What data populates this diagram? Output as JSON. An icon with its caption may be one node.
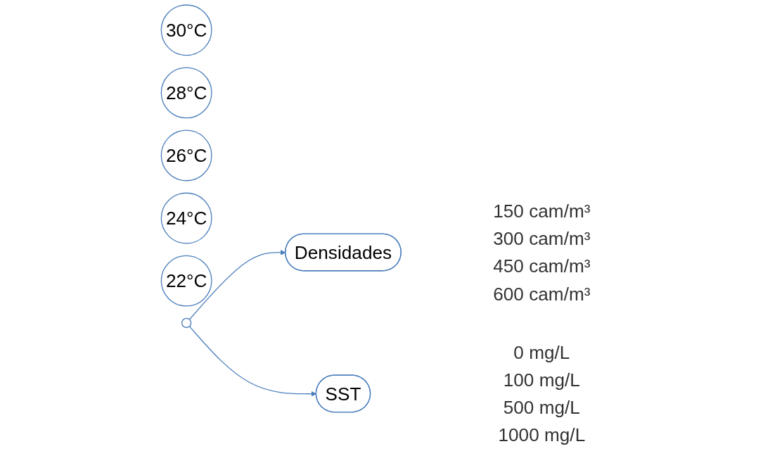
{
  "diagram": {
    "nodes": [
      {
        "text": [
          "30°C"
        ]
      },
      {
        "text": [
          "28°C"
        ]
      },
      {
        "text": [
          "26°C"
        ]
      },
      {
        "text": [
          "24°C"
        ]
      },
      {
        "text": [
          "22°C"
        ]
      },
      {
        "text": [],
        "shape": "circle"
      },
      {
        "text": [
          "Densidades"
        ],
        "beside": [
          "150 cam/m³",
          "300 cam/m³",
          "450 cam/m³",
          "600 cam/m³"
        ]
      },
      {
        "text": [
          "SST"
        ],
        "beside": [
          "0 mg/L",
          "100 mg/L",
          "500 mg/L",
          "1000 mg/L"
        ]
      }
    ],
    "edges": [
      {
        "from": 5,
        "to": 6,
        "arrow": "to"
      },
      {
        "from": 5,
        "to": 7,
        "arrow": "to"
      }
    ]
  }
}
